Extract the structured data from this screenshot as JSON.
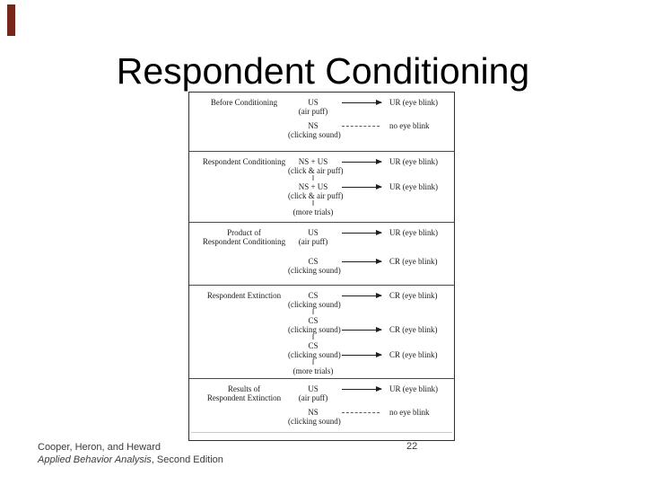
{
  "slide": {
    "title": "Respondent Conditioning",
    "page_number": "22",
    "accent_color": "#772717",
    "footer": {
      "authors": "Cooper, Heron, and Heward",
      "book_title_italic": "Applied Behavior Analysis",
      "book_title_rest": ", Second Edition"
    }
  },
  "diagram": {
    "sections": [
      {
        "label": [
          "Before Conditioning"
        ],
        "rows": [
          {
            "type": "pair",
            "stim": "US",
            "sub": "(air puff)",
            "connector": "arrow",
            "at": "stim",
            "response": "UR (eye blink)"
          },
          {
            "type": "gap"
          },
          {
            "type": "pair",
            "stim": "NS",
            "sub": "(clicking sound)",
            "connector": "dashed",
            "at": "stim",
            "response": "no eye blink"
          }
        ]
      },
      {
        "label": [
          "Respondent Conditioning"
        ],
        "rows": [
          {
            "type": "pair",
            "stim": "NS + US",
            "sub": "(click & air puff)",
            "connector": "arrow",
            "at": "stim",
            "response": "UR (eye blink)"
          },
          {
            "type": "link",
            "text": "‖"
          },
          {
            "type": "pair",
            "stim": "NS + US",
            "sub": "(click & air puff)",
            "connector": "arrow",
            "at": "stim",
            "response": "UR (eye blink)"
          },
          {
            "type": "link",
            "text": "‖"
          },
          {
            "type": "note",
            "text": "(more trials)"
          }
        ]
      },
      {
        "label": [
          "Product of",
          "Respondent Conditioning"
        ],
        "rows": [
          {
            "type": "pair",
            "stim": "US",
            "sub": "(air puff)",
            "connector": "arrow",
            "at": "stim",
            "response": "UR (eye blink)"
          },
          {
            "type": "gap"
          },
          {
            "type": "pair",
            "stim": "CS",
            "sub": "(clicking sound)",
            "connector": "arrow",
            "at": "stim",
            "response": "CR (eye blink)"
          }
        ]
      },
      {
        "label": [
          "Respondent Extinction"
        ],
        "rows": [
          {
            "type": "pair",
            "stim": "CS",
            "sub": "(clicking sound)",
            "connector": "arrow",
            "at": "stim",
            "response": "CR (eye blink)"
          },
          {
            "type": "link",
            "text": "‖"
          },
          {
            "type": "pair",
            "stim": "CS",
            "sub": "(clicking sound)",
            "connector": "arrow",
            "at": "sub",
            "response": "CR (eye blink)"
          },
          {
            "type": "link",
            "text": "‖"
          },
          {
            "type": "pair",
            "stim": "CS",
            "sub": "(clicking sound)",
            "connector": "arrow",
            "at": "sub",
            "response": "CR (eye blink)"
          },
          {
            "type": "link",
            "text": "‖"
          },
          {
            "type": "note",
            "text": "(more trials)"
          }
        ]
      },
      {
        "label": [
          "Results of",
          "Respondent Extinction"
        ],
        "rows": [
          {
            "type": "pair",
            "stim": "US",
            "sub": "(air puff)",
            "connector": "arrow",
            "at": "stim",
            "response": "UR (eye blink)"
          },
          {
            "type": "gap"
          },
          {
            "type": "pair",
            "stim": "NS",
            "sub": "(clicking sound)",
            "connector": "dashed",
            "at": "stim",
            "response": "no eye blink"
          }
        ]
      }
    ]
  }
}
